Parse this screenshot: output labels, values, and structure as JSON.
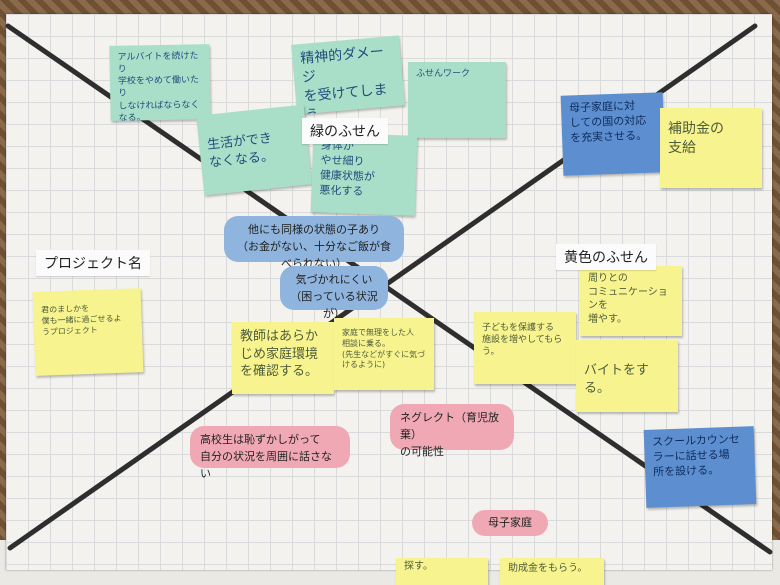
{
  "labels": {
    "project_name": "プロジェクト名",
    "green_notes": "緑のふせん",
    "yellow_notes": "黄色のふせん"
  },
  "green_notes": [
    "アルバイトを続けたり\n学校をやめて働いたり\nしなければならなくなる。",
    "精神的ダメージ\nを受けてしまう。",
    "ふせんワーク",
    "生活ができ\nなくなる。",
    "身体が\nやせ細り\n健康状態が\n悪化する"
  ],
  "blue_notes": [
    "母子家庭に対\nしての国の対応\nを充実させる。",
    "スクールカウンセ\nラーに話せる場\n所を設ける。"
  ],
  "yellow_notes": [
    "補助金の\n支給",
    "君のましかを\n僕も一緒に過ごせるよ\nうプロジェクト",
    "教師はあらか\nじめ家庭環境\nを確認する。",
    "家庭で無理をした人\n相談に乗る。\n(先生などがすぐに気づけるように)",
    "子どもを保護する\n施設を増やしてもらう。",
    "周りとの\nコミュニケーションを\n増やす。",
    "バイトをする。",
    "探す。",
    "助成金をもらう。"
  ],
  "blue_pills": [
    "他にも同様の状態の子あり\n（お金がない、十分なご飯が食べられない）",
    "気づかれにくい\n（困っている状況が）"
  ],
  "pink_pills": [
    "高校生は恥ずかしがって\n自分の状況を周囲に話さない",
    "ネグレクト（育児放棄）\nの可能性",
    "母子家庭"
  ],
  "colors": {
    "green": "#a9dfc9",
    "yellow": "#f7f48f",
    "blue": "#5d8fd0",
    "pink": "#f0a9b4",
    "light_blue": "#8fb4dd",
    "line": "#2e2e2e"
  }
}
